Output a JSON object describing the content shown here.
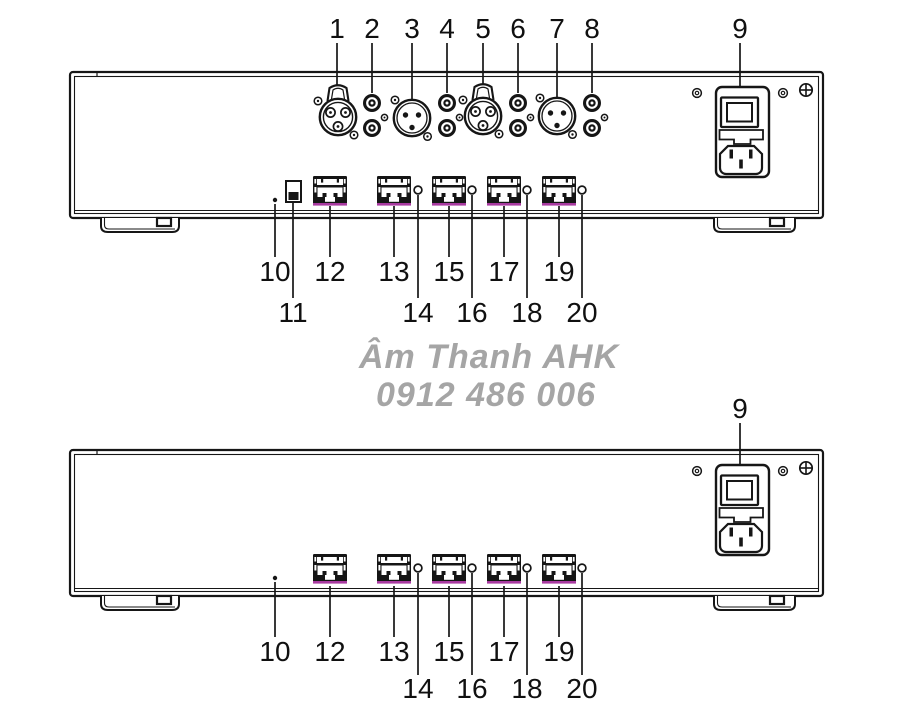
{
  "figure": {
    "description_visible_text_only": "",
    "watermark": {
      "line1": "Âm Thanh AHK",
      "line2": "0912 486 006"
    }
  },
  "colors": {
    "line": "#161616",
    "accent_rj45": "#a83aa0",
    "watermark": "#a5a5a5",
    "label": "#101010"
  },
  "diagram_top": {
    "callouts_top": [
      "1",
      "2",
      "3",
      "4",
      "5",
      "6",
      "7",
      "8",
      "9"
    ],
    "callouts_row1": [
      "10",
      "12",
      "13",
      "15",
      "17",
      "19"
    ],
    "callouts_row2": [
      "11",
      "14",
      "16",
      "18",
      "20"
    ]
  },
  "diagram_bottom": {
    "callouts_top": [
      "9"
    ],
    "callouts_row1": [
      "10",
      "12",
      "13",
      "15",
      "17",
      "19"
    ],
    "callouts_row2": [
      "14",
      "16",
      "18",
      "20"
    ]
  }
}
